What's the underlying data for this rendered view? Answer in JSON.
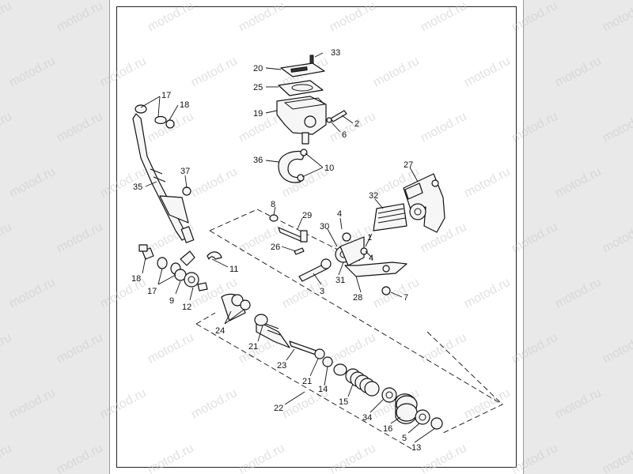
{
  "watermark": "motod.ru",
  "colors": {
    "sheet": "#ffffff",
    "surround": "#e9e9e9",
    "ink": "#111111",
    "watermark": "#c9c9c9"
  },
  "callouts": [
    "33",
    "20",
    "25",
    "19",
    "2",
    "6",
    "36",
    "10",
    "17",
    "18",
    "35",
    "37",
    "27",
    "32",
    "8",
    "29",
    "4",
    "30",
    "1",
    "26",
    "3",
    "31",
    "28",
    "7",
    "11",
    "18",
    "17",
    "9",
    "12",
    "24",
    "21",
    "23",
    "21",
    "14",
    "15",
    "34",
    "16",
    "5",
    "13",
    "22",
    "4",
    "17"
  ]
}
